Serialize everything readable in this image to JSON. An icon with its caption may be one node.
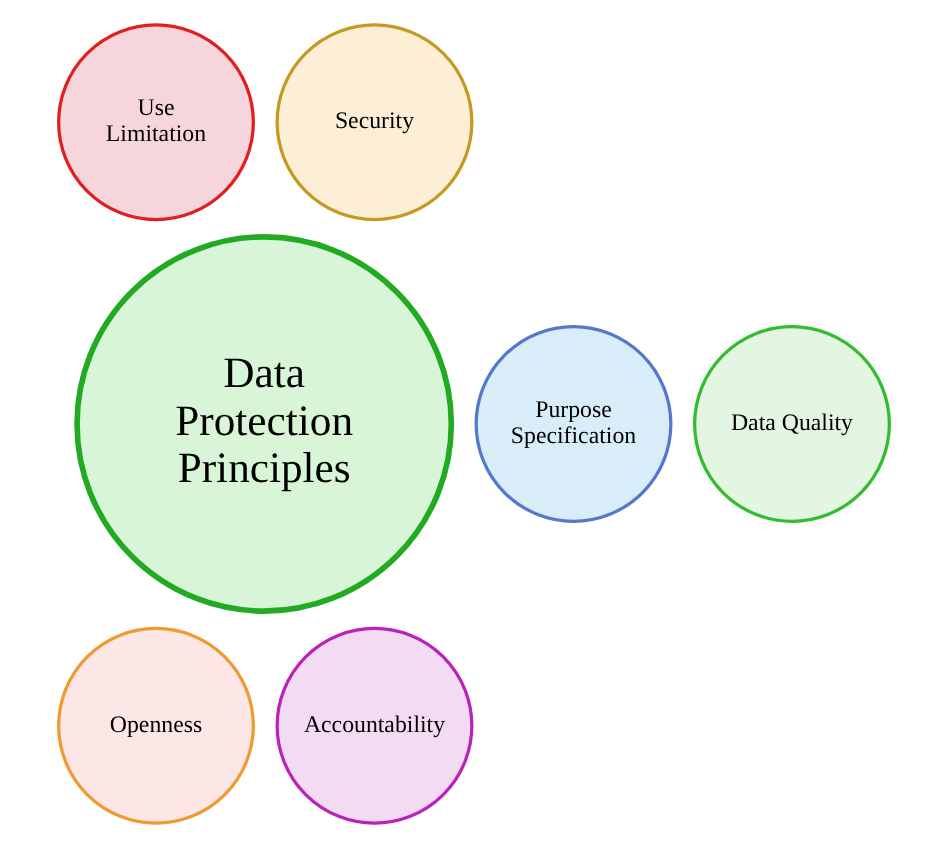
{
  "diagram": {
    "nodes": [
      {
        "text": [
          "Use Limitation"
        ]
      },
      {
        "text": [
          "Security"
        ]
      },
      {
        "text": [
          "Purpose Specification"
        ]
      },
      {
        "text": [
          "Data Protection Principles"
        ]
      },
      {
        "text": [
          "Data Quality"
        ]
      },
      {
        "text": [
          "Openness"
        ]
      },
      {
        "text": [
          "Accountability"
        ]
      }
    ]
  }
}
